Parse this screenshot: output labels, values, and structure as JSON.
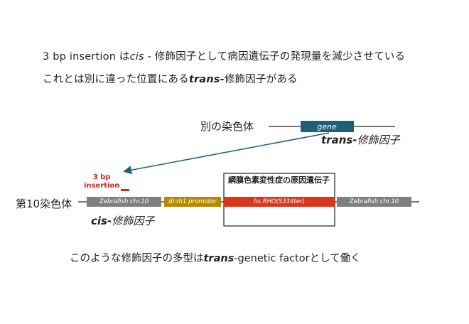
{
  "text": {
    "line1": {
      "a": "3 bp insertion は",
      "b": "cis",
      "c": " - 修飾因子として病因遺伝子の発現量を減少させている"
    },
    "line2": {
      "a": "これとは別に違った位置にある",
      "b": "trans-",
      "c": "修飾因子がある"
    },
    "other_chromosome": "別の染色体",
    "gene": "gene",
    "trans_modifier": {
      "a": "trans-",
      "b": "修飾因子"
    },
    "insertion": {
      "a": "3 bp",
      "b": "insertion"
    },
    "chr10_label": "第10染色体",
    "cis_modifier": {
      "a": "cis-",
      "b": "修飾因子"
    },
    "causal_gene_box": "網膜色素変性症の原因遺伝子",
    "segments": {
      "zebrafish_left": "Zebrafish chr.10",
      "promotor": "dr.rh1 promotor",
      "rho": "hs.RHO(S334ter)",
      "zebrafish_right": "Zebrafish chr.10"
    },
    "bottom": {
      "a": "このような修飾因子の多型は",
      "b": "trans",
      "c": "-genetic factorとして働く"
    }
  },
  "colors": {
    "gene_box": "#1f5f7a",
    "zebrafish_segment": "#7f7f7f",
    "promotor_segment": "#b58a00",
    "rho_segment": "#d9361c",
    "insertion_mark": "#e02020",
    "arrow": "#1f5f7a"
  }
}
